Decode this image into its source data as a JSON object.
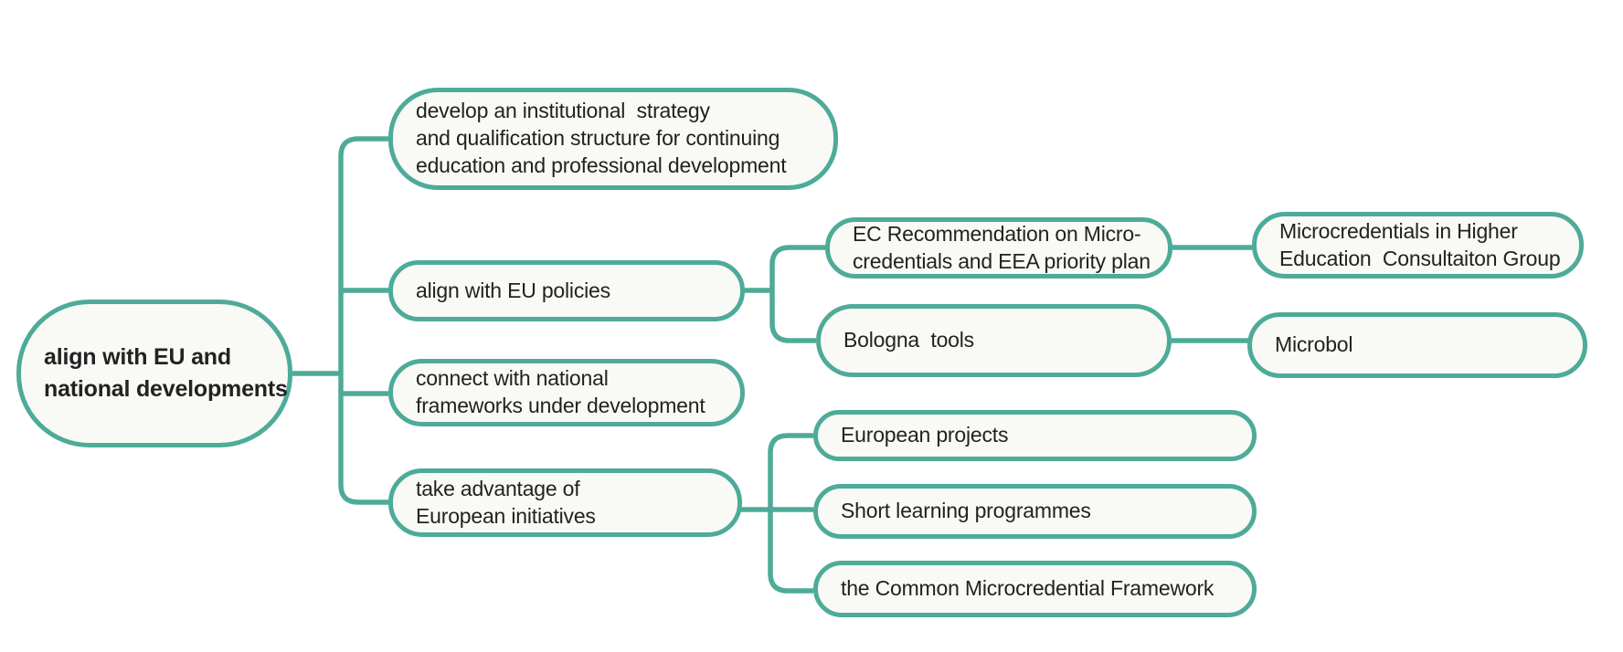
{
  "colors": {
    "accent": "#4dab98",
    "node_fill": "#f9f9f6",
    "text": "#222222",
    "background": "#ffffff"
  },
  "nodes": {
    "root": "align with EU and\nnational developments",
    "develop_strategy": "develop an institutional  strategy\nand qualification structure for continuing\neducation and professional development",
    "align_eu_policies": "align with EU policies",
    "ec_recommendation": "EC Recommendation on Micro-\ncredentials and EEA priority plan",
    "microcredentials_group": "Microcredentials in Higher\nEducation  Consultaiton Group",
    "bologna_tools": "Bologna  tools",
    "microbol": "Microbol",
    "connect_national": "connect with national\nframeworks under development",
    "take_advantage": "take advantage of\nEuropean initiatives",
    "european_projects": "European projects",
    "short_learning": "Short learning programmes",
    "common_framework": "the Common Microcredential Framework"
  },
  "hierarchy": {
    "root": [
      "develop_strategy",
      "align_eu_policies",
      "connect_national",
      "take_advantage"
    ],
    "align_eu_policies": [
      "ec_recommendation",
      "bologna_tools"
    ],
    "ec_recommendation": [
      "microcredentials_group"
    ],
    "bologna_tools": [
      "microbol"
    ],
    "take_advantage": [
      "european_projects",
      "short_learning",
      "common_framework"
    ]
  }
}
